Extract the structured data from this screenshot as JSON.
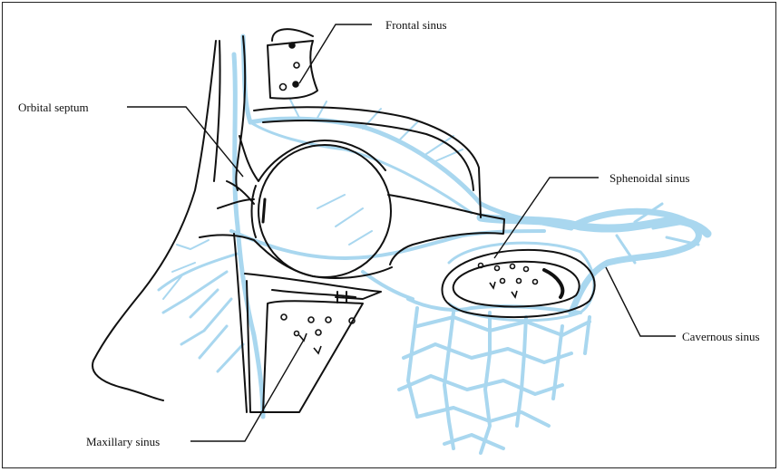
{
  "labels": {
    "frontal_sinus": "Frontal sinus",
    "orbital_septum": "Orbital septum",
    "sphenoidal_sinus": "Sphenoidal sinus",
    "cavernous_sinus": "Cavernous sinus",
    "maxillary_sinus": "Maxillary sinus"
  },
  "colors": {
    "outline": "#111111",
    "veins": "#a9d7ef",
    "background": "#ffffff"
  }
}
